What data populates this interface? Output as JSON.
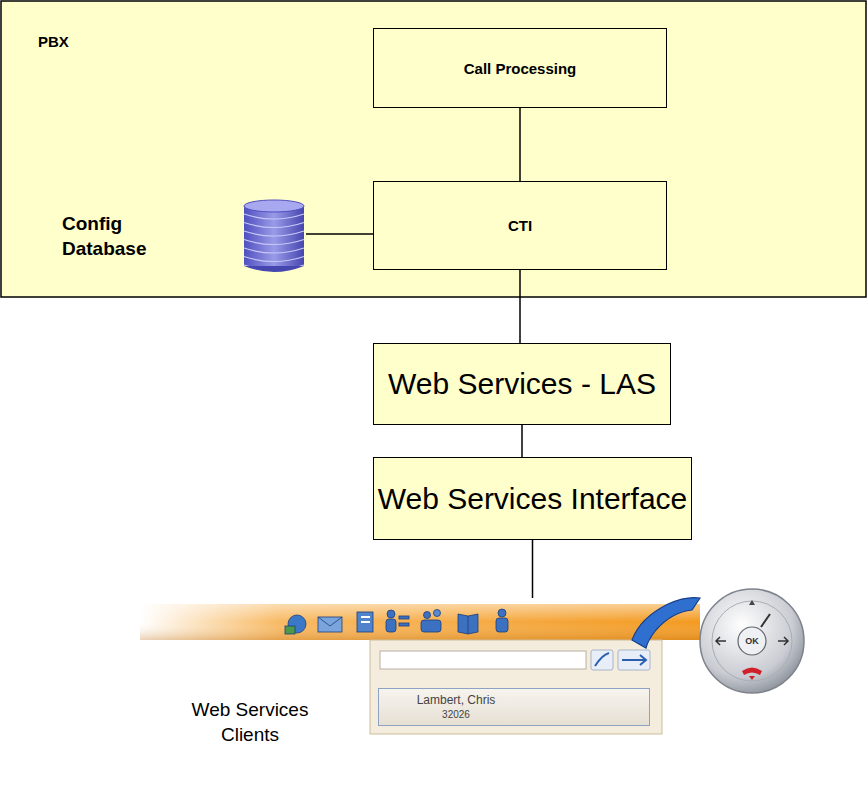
{
  "diagram": {
    "nodes": [
      {
        "text": [
          "PBX"
        ]
      },
      {
        "text": [
          "Call Processing"
        ],
        "in": 0
      },
      {
        "text": [
          "CTI"
        ],
        "in": 0
      },
      {
        "text": [
          "Config Database"
        ],
        "in": 0
      },
      {
        "text": [
          "Web Services - LAS"
        ]
      },
      {
        "text": [
          "Web Services Interface"
        ]
      },
      {
        "text": [
          "Web Services Clients"
        ]
      },
      {
        "text": [
          "Lambert, Chris",
          "32026"
        ],
        "in": 6
      }
    ],
    "edges": [
      {
        "from": 1,
        "to": 2,
        "arrow": "none"
      },
      {
        "from": 2,
        "to": 3,
        "arrow": "none"
      },
      {
        "from": 2,
        "to": 4,
        "arrow": "none"
      },
      {
        "from": 4,
        "to": 5,
        "arrow": "none"
      },
      {
        "from": 5,
        "to": 6,
        "arrow": "none"
      }
    ],
    "labels": [
      "OK"
    ]
  }
}
